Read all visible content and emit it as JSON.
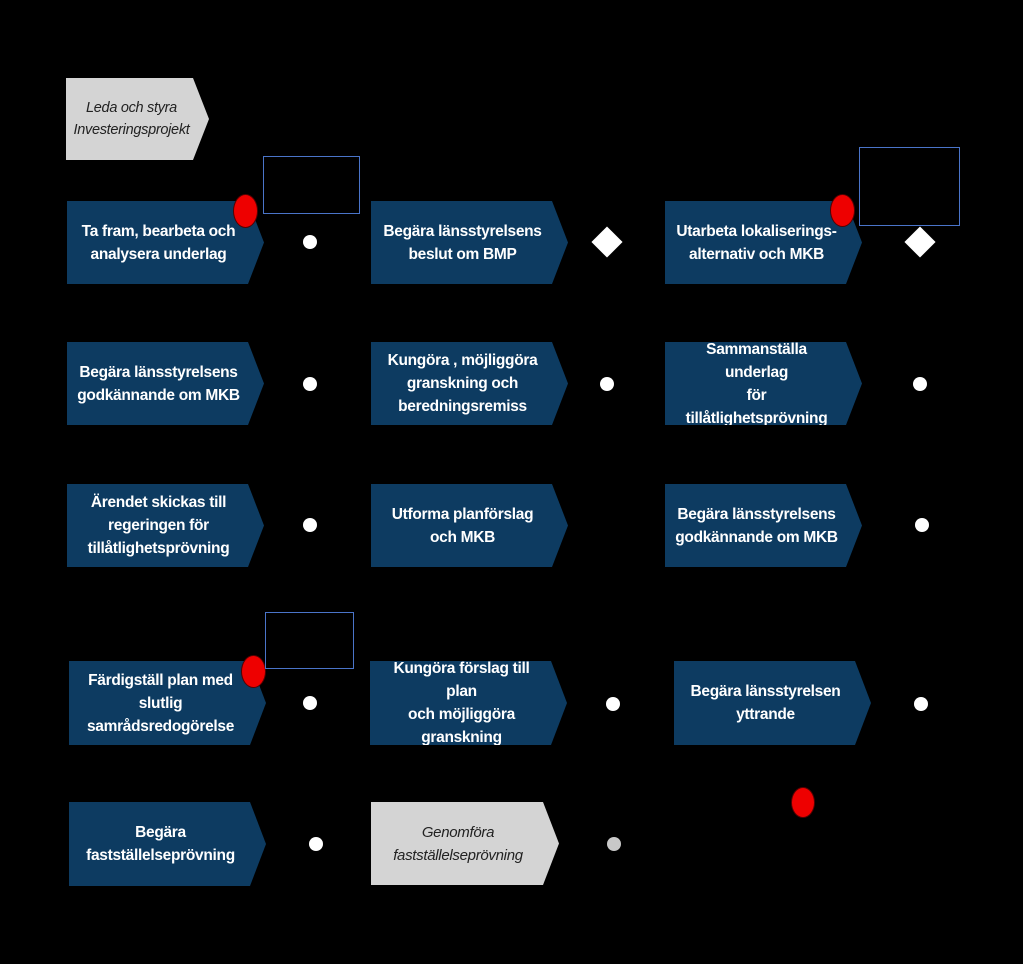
{
  "header": {
    "label": "Leda och styra\nInvesteringsprojekt"
  },
  "steps": [
    {
      "label": "Ta fram, bearbeta och\nanalysera underlag"
    },
    {
      "label": "Begära länsstyrelsens\nbeslut om BMP"
    },
    {
      "label": "Utarbeta lokaliserings-\nalternativ och MKB"
    },
    {
      "label": "Begära länsstyrelsens\ngodkännande om MKB"
    },
    {
      "label": "Kungöra , möjliggöra\ngranskning och\nberedningsremiss"
    },
    {
      "label": "Sammanställa underlag\nför tillåtlighetsprövning"
    },
    {
      "label": "Ärendet skickas till\nregeringen för\ntillåtlighetsprövning"
    },
    {
      "label": "Utforma planförslag\noch MKB"
    },
    {
      "label": "Begära länsstyrelsens\ngodkännande om MKB"
    },
    {
      "label": "Färdigställ plan med\nslutlig\nsamrådsredogörelse"
    },
    {
      "label": "Kungöra  förslag till plan\noch möjliggöra\ngranskning"
    },
    {
      "label": "Begära länsstyrelsen\nyttrande"
    },
    {
      "label": "Begära\nfastställelseprövning"
    },
    {
      "label": "Genomföra\nfastställelseprövning"
    }
  ],
  "colors": {
    "step_fill": "#0d3b61",
    "subprocess_fill": "#d4d4d4",
    "marker_red": "#ee0000",
    "note_border": "#4a74c9",
    "background": "#000000"
  }
}
